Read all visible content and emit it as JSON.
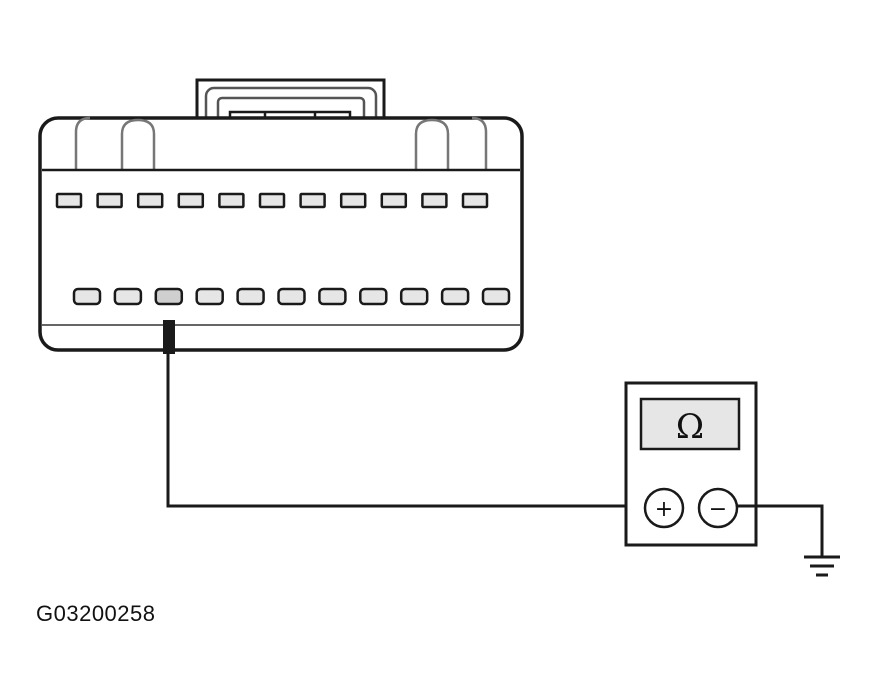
{
  "figure": {
    "id": "G03200258"
  },
  "meter": {
    "display_symbol": "Ω",
    "positive_terminal": "+",
    "negative_terminal": "−"
  },
  "connector": {
    "top_row_pins": 11,
    "bottom_row_pins": 11,
    "probed_pin": {
      "row": "bottom",
      "index": 3
    }
  },
  "colors": {
    "line": "#1a1a1a",
    "fill_light": "#e6e6e6",
    "background": "#ffffff"
  }
}
